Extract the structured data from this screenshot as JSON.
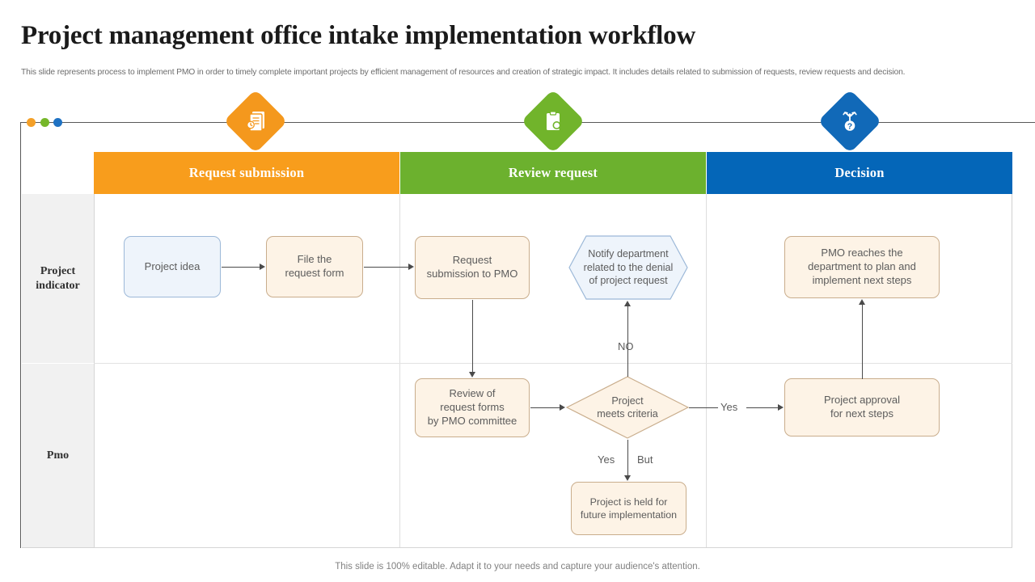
{
  "slide": {
    "title": "Project management office intake implementation workflow",
    "subtitle": "This slide represents process to implement PMO in order to timely complete important projects by efficient management of resources and creation of strategic impact. It includes details related to submission of requests, review requests and decision.",
    "footer": "This slide is 100% editable. Adapt it to your needs and capture your audience's attention."
  },
  "colors": {
    "orange": "#f89d1c",
    "green": "#6cb12e",
    "blue": "#0466b8",
    "badge_orange": "#f4981d",
    "badge_green": "#71b42b",
    "badge_blue": "#1169b8",
    "node_fill_cream": "#fdf3e6",
    "node_border_cream": "#c9ad8c",
    "node_fill_blue": "#eef4fb",
    "node_border_blue": "#9cb8d8",
    "lane_label_bg": "#f1f1f1",
    "rail": "#595959",
    "dot_orange": "#f4a028",
    "dot_green": "#76b72a",
    "dot_blue": "#1f72c3"
  },
  "rail": {
    "dots": [
      {
        "name": "dot-orange",
        "color": "#f4a028"
      },
      {
        "name": "dot-green",
        "color": "#76b72a"
      },
      {
        "name": "dot-blue",
        "color": "#1f72c3"
      }
    ]
  },
  "badges": [
    {
      "id": "request",
      "icon": "document-stack-icon",
      "color": "#f4981d"
    },
    {
      "id": "review",
      "icon": "clipboard-magnifier-icon",
      "color": "#71b42b"
    },
    {
      "id": "decision",
      "icon": "decision-question-arrows-icon",
      "color": "#1169b8"
    }
  ],
  "phases": [
    {
      "key": "request_submission",
      "label": "Request submission",
      "color": "#f89d1c"
    },
    {
      "key": "review_request",
      "label": "Review request",
      "color": "#6cb12e"
    },
    {
      "key": "decision",
      "label": "Decision",
      "color": "#0466b8"
    }
  ],
  "lanes": [
    {
      "key": "project_indicator",
      "label": "Project indicator"
    },
    {
      "key": "pmo",
      "label": "Pmo"
    }
  ],
  "nodes": {
    "project_idea": "Project idea",
    "file_request_form": "File the\nrequest form",
    "request_submission_to_pmo": "Request\nsubmission to PMO",
    "notify_department": "Notify department\nrelated to the denial\nof project request",
    "pmo_reaches": "PMO reaches the\ndepartment to plan and\nimplement next steps",
    "review_of_forms": "Review of\nrequest forms\nby PMO committee",
    "meets_criteria": "Project\nmeets criteria",
    "project_approval": "Project approval\nfor next steps",
    "project_held": "Project is held for\nfuture implementation"
  },
  "edge_labels": {
    "no": "NO",
    "yes_right": "Yes",
    "yes_down": "Yes",
    "but": "But"
  }
}
